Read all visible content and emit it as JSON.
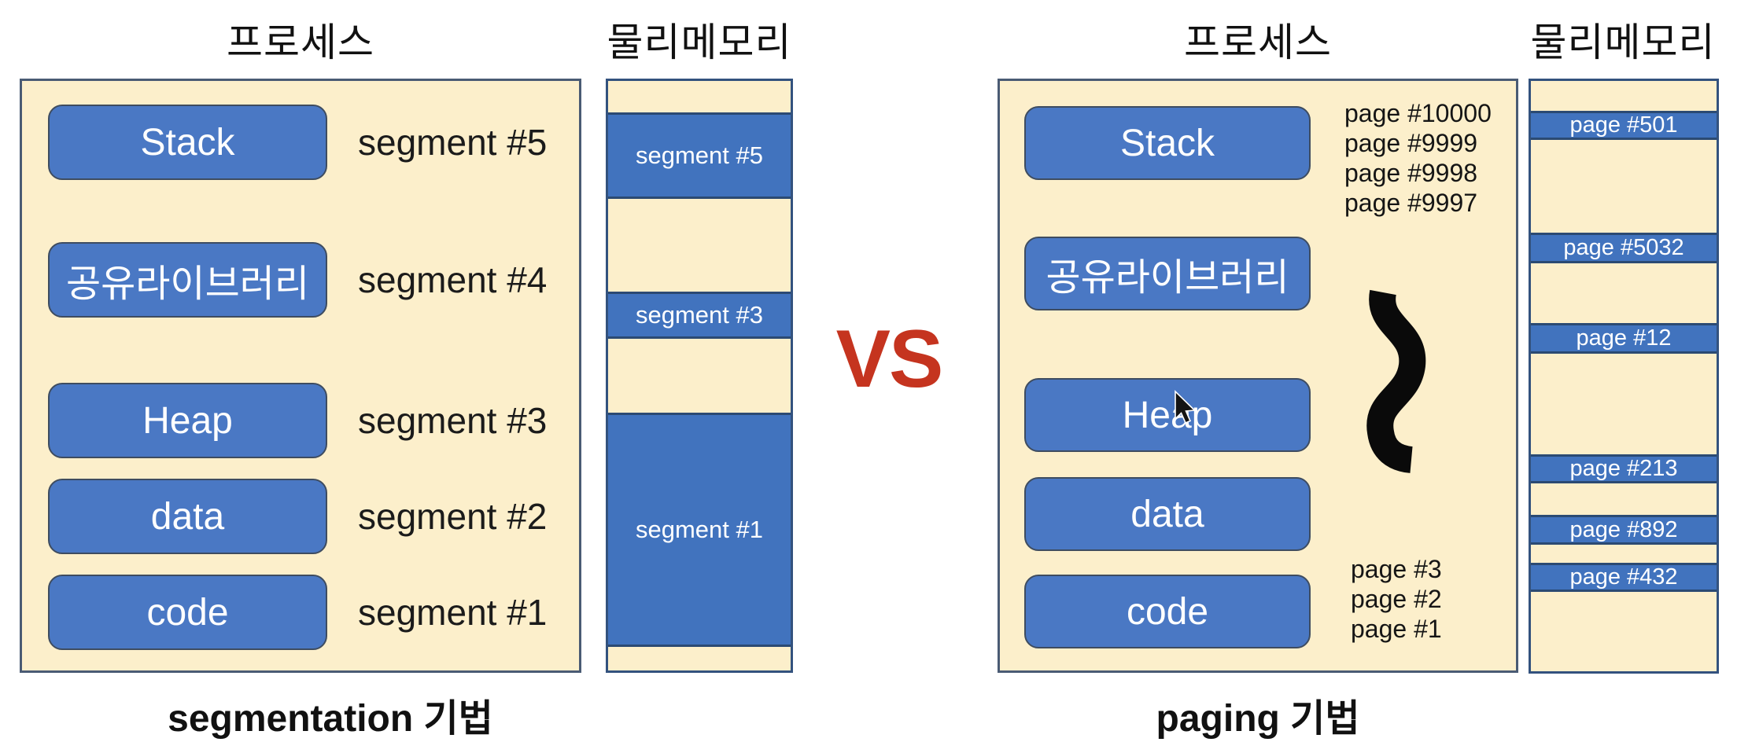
{
  "diagram": {
    "left_panel": {
      "title": "프로세스",
      "caption": "segmentation 기법",
      "rows": [
        {
          "block": "Stack",
          "label": "segment #5"
        },
        {
          "block": "공유라이브러리",
          "label": "segment #4"
        },
        {
          "block": "Heap",
          "label": "segment #3"
        },
        {
          "block": "data",
          "label": "segment #2"
        },
        {
          "block": "code",
          "label": "segment #1"
        }
      ]
    },
    "left_memory": {
      "title": "물리메모리",
      "blocks": [
        "segment #5",
        "segment #3",
        "segment #1"
      ]
    },
    "vs_label": "VS",
    "right_panel": {
      "title": "프로세스",
      "caption": "paging 기법",
      "blocks": [
        "Stack",
        "공유라이브러리",
        "Heap",
        "data",
        "code"
      ],
      "stack_pages": [
        "page #10000",
        "page #9999",
        "page #9998",
        "page #9997"
      ],
      "code_pages": [
        "page #3",
        "page #2",
        "page #1"
      ]
    },
    "right_memory": {
      "title": "물리메모리",
      "blocks": [
        "page #501",
        "page #5032",
        "page #12",
        "page #213",
        "page #892",
        "page #432"
      ]
    },
    "colors": {
      "cream": "#fcefcb",
      "block_blue": "#4a78c4",
      "bar_blue": "#4173be",
      "panel_border": "#4a5b74",
      "vs_red": "#c5341f"
    }
  }
}
